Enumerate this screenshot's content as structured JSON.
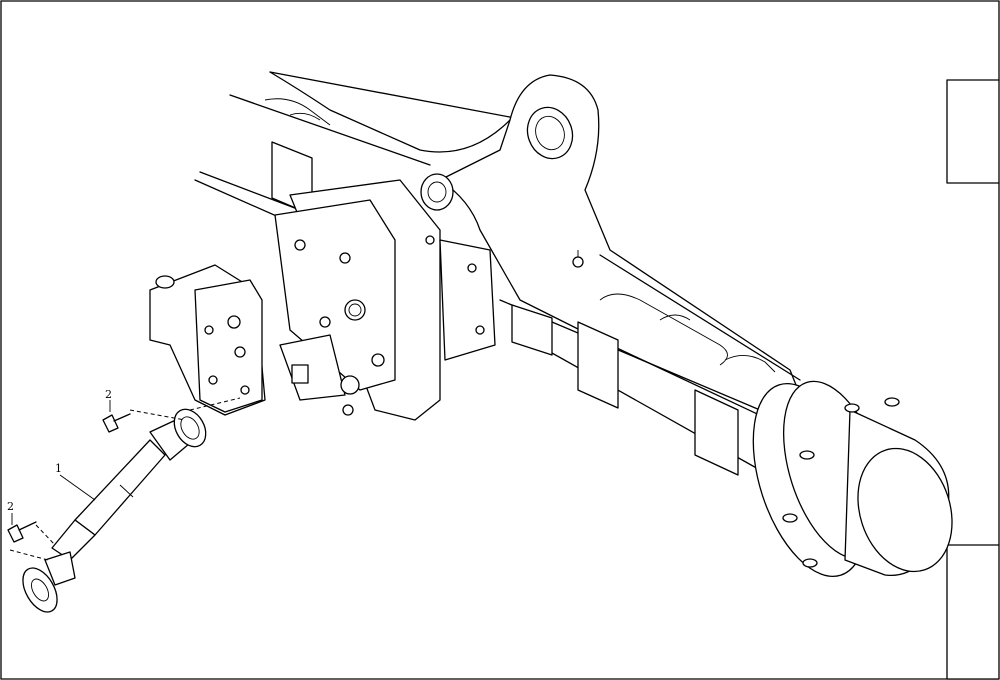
{
  "callouts": {
    "shaft": "1",
    "bolt_top": "2",
    "bolt_bottom": "2"
  }
}
